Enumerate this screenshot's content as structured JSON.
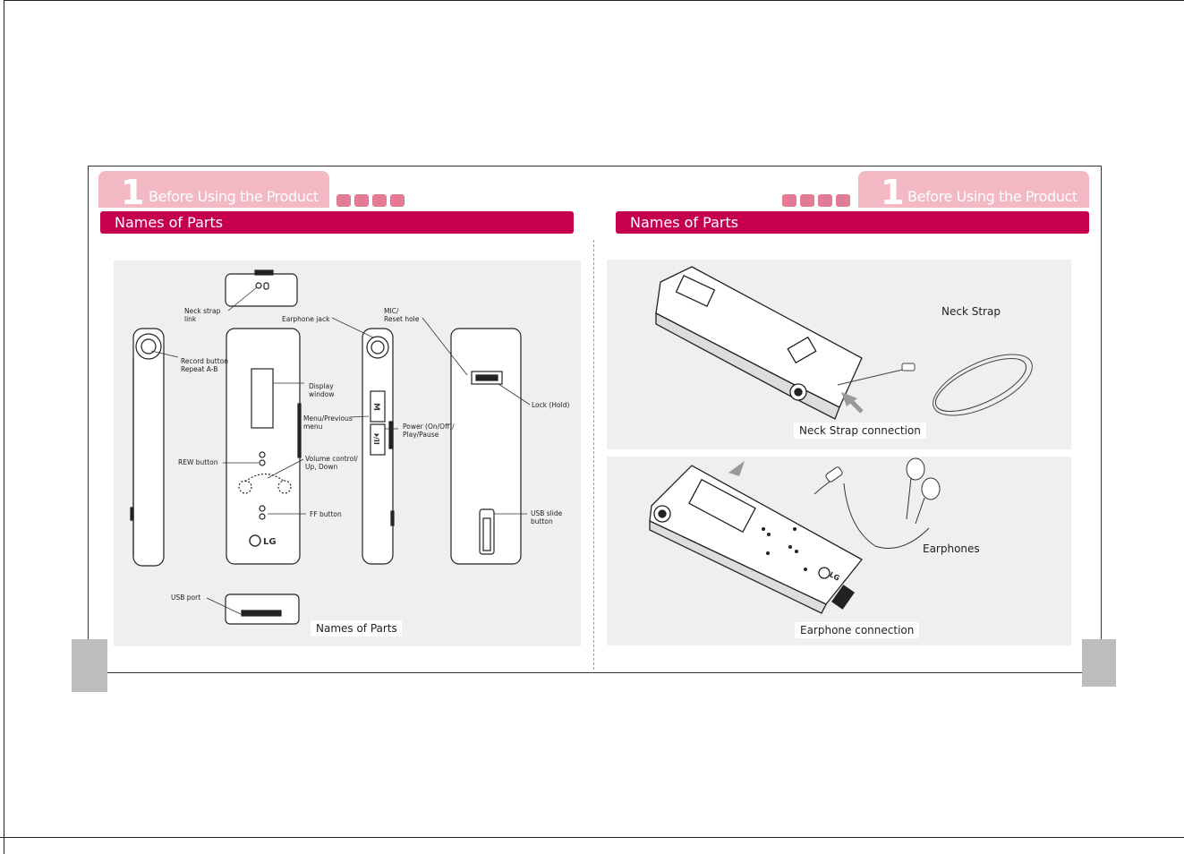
{
  "section": {
    "number": "1",
    "title": "Before Using the Product"
  },
  "left_page": {
    "header": "Names of Parts",
    "caption": "Names of Parts",
    "labels": {
      "neck_strap_link": "Neck strap\nlink",
      "earphone_jack": "Earphone jack",
      "mic_reset": "MIC/\nReset hole",
      "record_button": "Record button\nRepeat A-B",
      "display_window": "Display\nwindow",
      "menu_previous": "Menu/Previous\nmenu",
      "power_play": "Power (On/Off)/\nPlay/Pause",
      "lock_hold": "Lock (Hold)",
      "rew_button": "REW button",
      "volume_control": "Volume control/\nUp, Down",
      "ff_button": "FF button",
      "usb_slide": "USB slide\nbutton",
      "usb_port": "USB port"
    },
    "logo_text": "LG",
    "button_m": "M",
    "button_play": "⏵/II"
  },
  "right_page": {
    "header": "Names of Parts",
    "top_panel": {
      "label": "Neck Strap",
      "caption": "Neck Strap connection"
    },
    "bottom_panel": {
      "label": "Earphones",
      "caption": "Earphone connection"
    },
    "logo_text": "LG"
  },
  "colors": {
    "accent": "#c4004f",
    "tab": "#f2b8c3",
    "squares": "#e27b93",
    "panel": "#efefef"
  }
}
